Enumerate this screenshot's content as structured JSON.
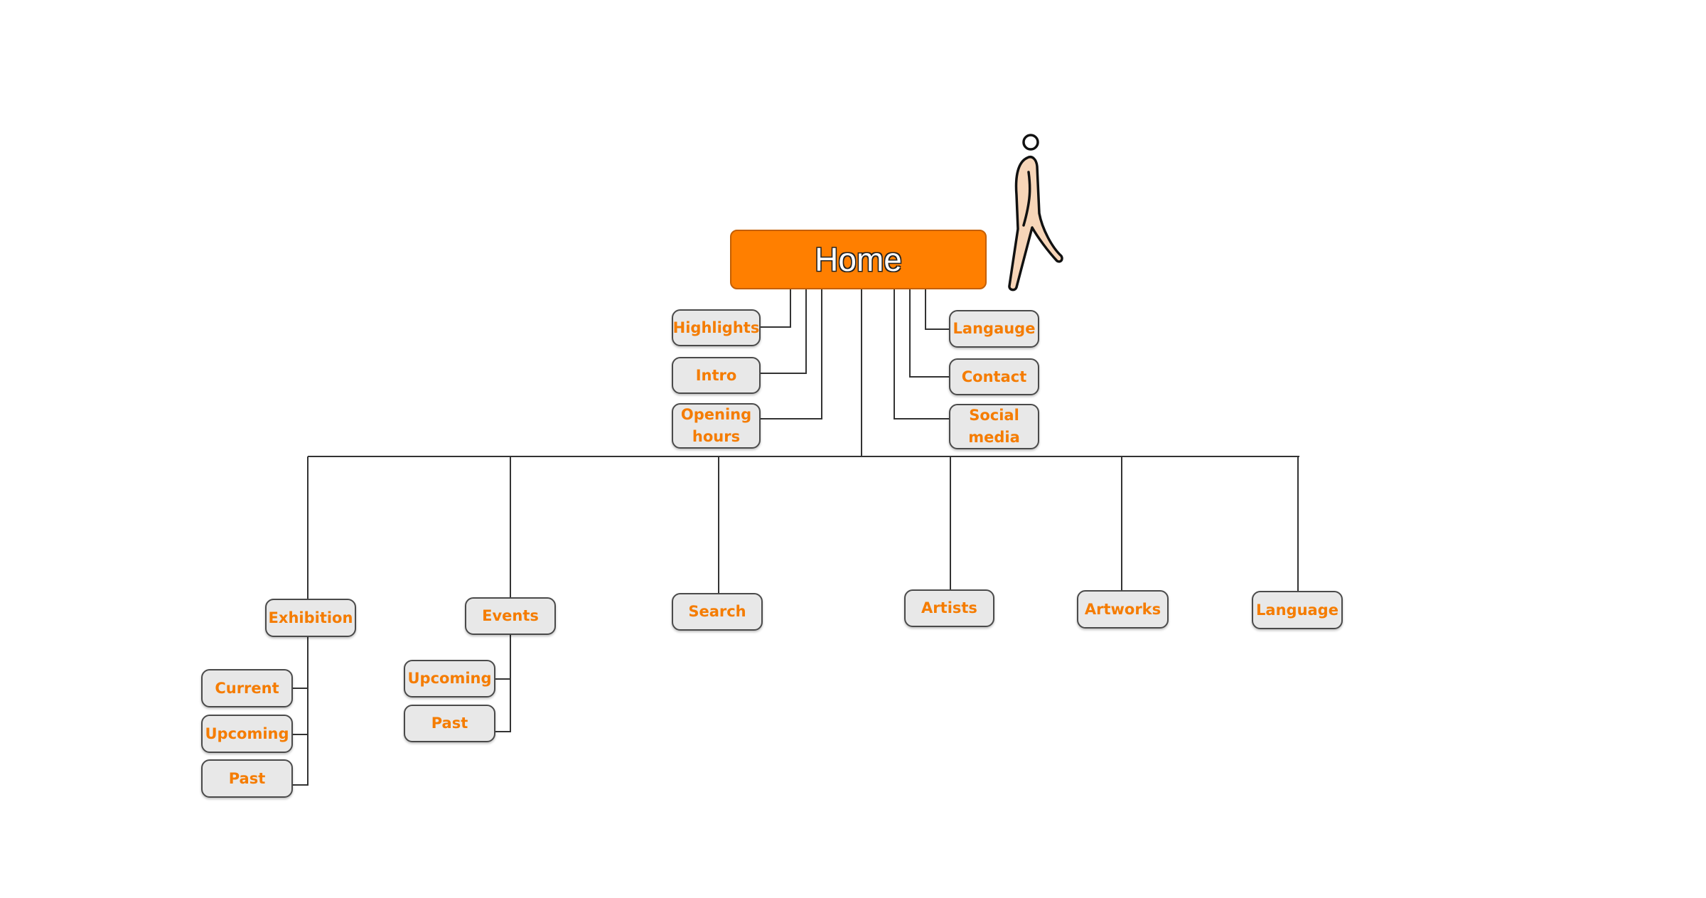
{
  "colors": {
    "home_fill": "#ff7f00",
    "node_fill": "#e8e8e8",
    "node_text": "#f57c00",
    "line": "#333333",
    "figure_fill": "#f7d5b8"
  },
  "home": {
    "label": "Home"
  },
  "top_left": [
    {
      "label": "Highlights"
    },
    {
      "label": "Intro"
    },
    {
      "label": "Opening hours"
    }
  ],
  "top_right": [
    {
      "label": "Langauge"
    },
    {
      "label": "Contact"
    },
    {
      "label": "Social media"
    }
  ],
  "main_nav": [
    {
      "label": "Exhibition",
      "children": [
        {
          "label": "Current"
        },
        {
          "label": "Upcoming"
        },
        {
          "label": "Past"
        }
      ]
    },
    {
      "label": "Events",
      "children": [
        {
          "label": "Upcoming"
        },
        {
          "label": "Past"
        }
      ]
    },
    {
      "label": "Search"
    },
    {
      "label": "Artists"
    },
    {
      "label": "Artworks"
    },
    {
      "label": "Language"
    }
  ],
  "figure": {
    "icon": "walking-person-icon"
  }
}
